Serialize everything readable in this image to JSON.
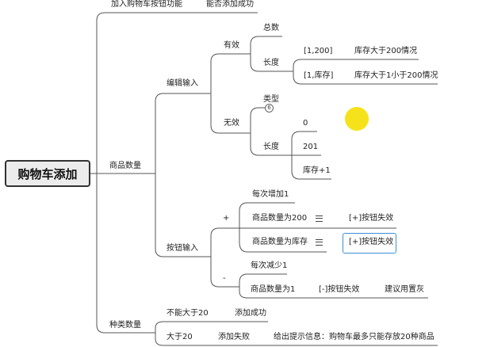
{
  "root": "购物车添加",
  "nodes": {
    "add_button_feature": "加入购物车按钮功能",
    "add_success_check": "能否添加成功",
    "qty": "商品数量",
    "edit_input": "编辑输入",
    "valid": "有效",
    "digits": "总数",
    "length": "长度",
    "range_1_200": "[1,200]",
    "stock_gt_200": "库存大于200情况",
    "range_1_stock": "[1,库存]",
    "stock_1_200": "库存大于1小于200情况",
    "invalid": "无效",
    "type": "类型",
    "collapse_count": "6",
    "invalid_length": "长度",
    "zero": "0",
    "v201": "201",
    "stock_plus_1": "库存+1",
    "button_input": "按钮输入",
    "plus": "+",
    "plus_one": "每次增加1",
    "qty_200": "商品数量为200",
    "plus_disabled_1": "[+]按钮失效",
    "qty_stock": "商品数量为库存",
    "plus_disabled_2": "[+]按钮失效",
    "minus": "-",
    "minus_one": "每次减少1",
    "qty_1": "商品数量为1",
    "minus_disabled": "[-]按钮失效",
    "suggest_gray": "建议用置灰",
    "kinds": "种类数量",
    "not_over_20": "不能大于20",
    "add_ok": "添加成功",
    "over_20": "大于20",
    "add_fail": "添加失败",
    "prompt_msg": "给出提示信息：购物车最多只能存放20种商品"
  },
  "colors": {
    "line": "#555555",
    "selection": "#3a8fd6",
    "cursor": "#f5e21b"
  }
}
